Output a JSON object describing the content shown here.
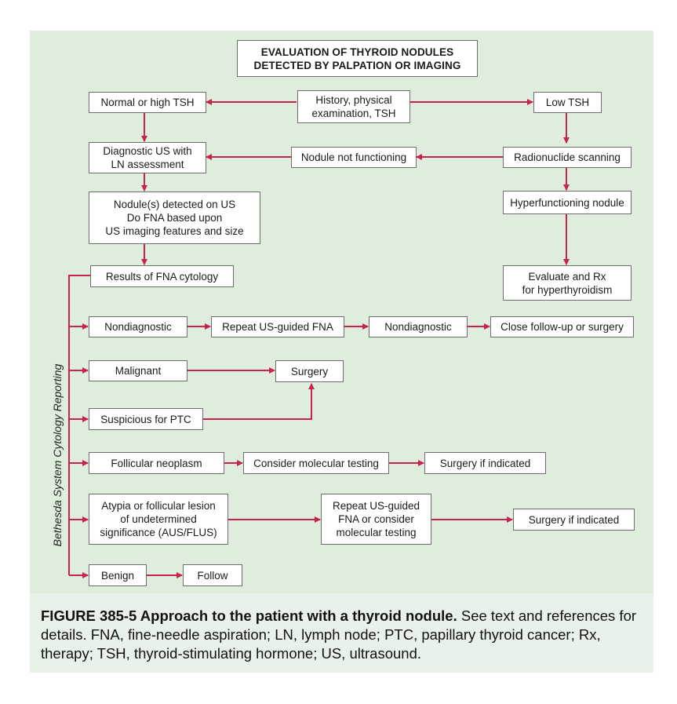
{
  "title": "EVALUATION OF THYROID NODULES\nDETECTED BY PALPATION OR IMAGING",
  "side_label": "Bethesda System Cytology Reporting",
  "nodes": {
    "history": "History, physical\nexamination, TSH",
    "normal_high_tsh": "Normal or high TSH",
    "low_tsh": "Low TSH",
    "diagnostic_us": "Diagnostic US with\nLN assessment",
    "nodule_not_functioning": "Nodule not functioning",
    "radionuclide": "Radionuclide scanning",
    "nodules_detected": "Nodule(s) detected on US\nDo FNA based upon\nUS imaging features and size",
    "hyperfunctioning": "Hyperfunctioning nodule",
    "results_fna": "Results of FNA cytology",
    "evaluate_rx": "Evaluate and Rx\nfor hyperthyroidism",
    "nondiagnostic_1": "Nondiagnostic",
    "repeat_fna": "Repeat US-guided FNA",
    "nondiagnostic_2": "Nondiagnostic",
    "close_followup": "Close follow-up or surgery",
    "malignant": "Malignant",
    "surgery": "Surgery",
    "suspicious_ptc": "Suspicious for PTC",
    "follicular_neoplasm": "Follicular neoplasm",
    "consider_molecular": "Consider molecular testing",
    "surgery_if_indicated_1": "Surgery if indicated",
    "atypia": "Atypia or follicular lesion\nof undetermined\nsignificance (AUS/FLUS)",
    "repeat_fna_molecular": "Repeat US-guided\nFNA or consider\nmolecular testing",
    "surgery_if_indicated_2": "Surgery if indicated",
    "benign": "Benign",
    "follow": "Follow"
  },
  "caption": {
    "bold": "FIGURE 385-5 Approach to the patient with a thyroid nodule.",
    "text": " See text and references for details. FNA, fine-needle aspiration; LN, lymph node; PTC, papillary thyroid cancer; Rx, therapy; TSH, thyroid-stimulating hormone; US, ultrasound."
  },
  "colors": {
    "arrow": "#c8234f",
    "panel": "#e9f2e8",
    "diagram_bg": "#dfeddd"
  }
}
